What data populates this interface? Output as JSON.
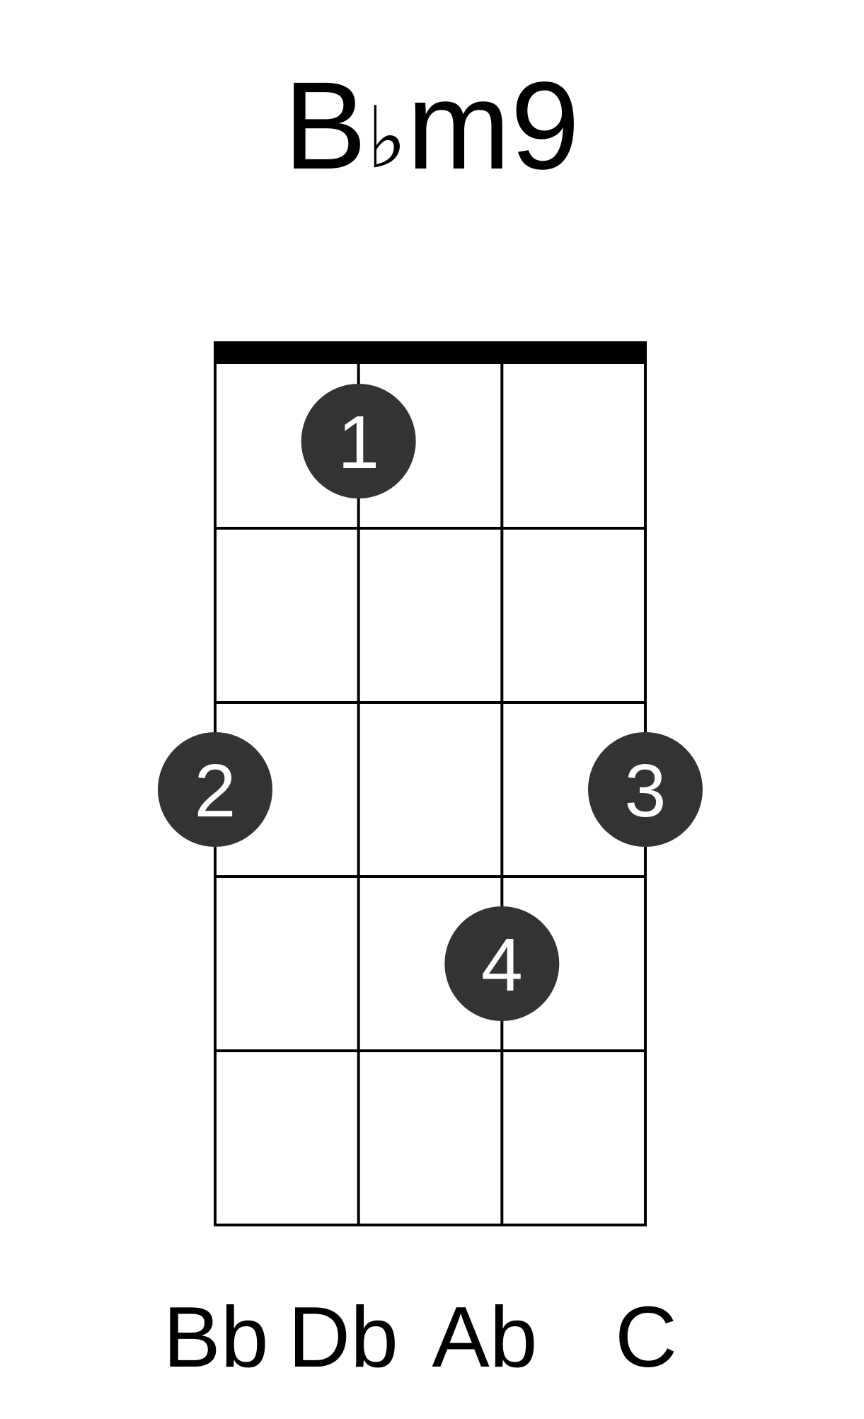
{
  "chord": {
    "root": "B",
    "accidental": "♭",
    "quality": "m9"
  },
  "diagram": {
    "strings": 4,
    "frets": 5,
    "nut": true
  },
  "fingers": [
    {
      "finger": "1",
      "string": 2,
      "fret": 1
    },
    {
      "finger": "2",
      "string": 1,
      "fret": 3
    },
    {
      "finger": "3",
      "string": 4,
      "fret": 3
    },
    {
      "finger": "4",
      "string": 3,
      "fret": 4
    }
  ],
  "notes": [
    "Bb",
    "Db",
    "Ab",
    "C"
  ],
  "colors": {
    "line": "#000000",
    "dot": "#333333",
    "dot_text": "#ffffff",
    "background": "#ffffff"
  }
}
